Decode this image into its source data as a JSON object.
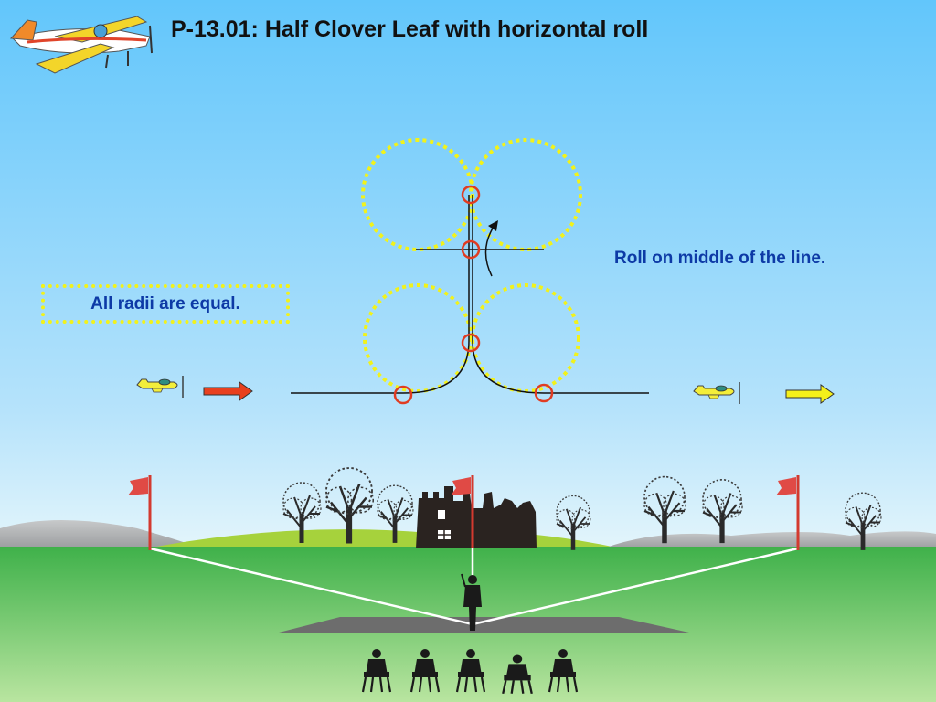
{
  "title": "P-13.01: Half Clover Leaf with horizontal roll",
  "notes": {
    "radii": "All radii are equal.",
    "roll": "Roll on middle of the line."
  },
  "colors": {
    "sky_top": "#62c6fb",
    "sky_bottom": "#d8f0fb",
    "grass_top": "#3fb14a",
    "grass_bottom": "#b9e5a0",
    "loop_dots": "#f2f21a",
    "marker": "#e03c22",
    "text_accent": "#0d3aa6",
    "entry_arrow": "#e8401e",
    "exit_arrow": "#f5f01a"
  },
  "icons": {
    "logo": "stunt-airplane-icon",
    "entry_plane": "airplane-icon",
    "exit_plane": "airplane-icon",
    "flag": "flag-icon"
  }
}
